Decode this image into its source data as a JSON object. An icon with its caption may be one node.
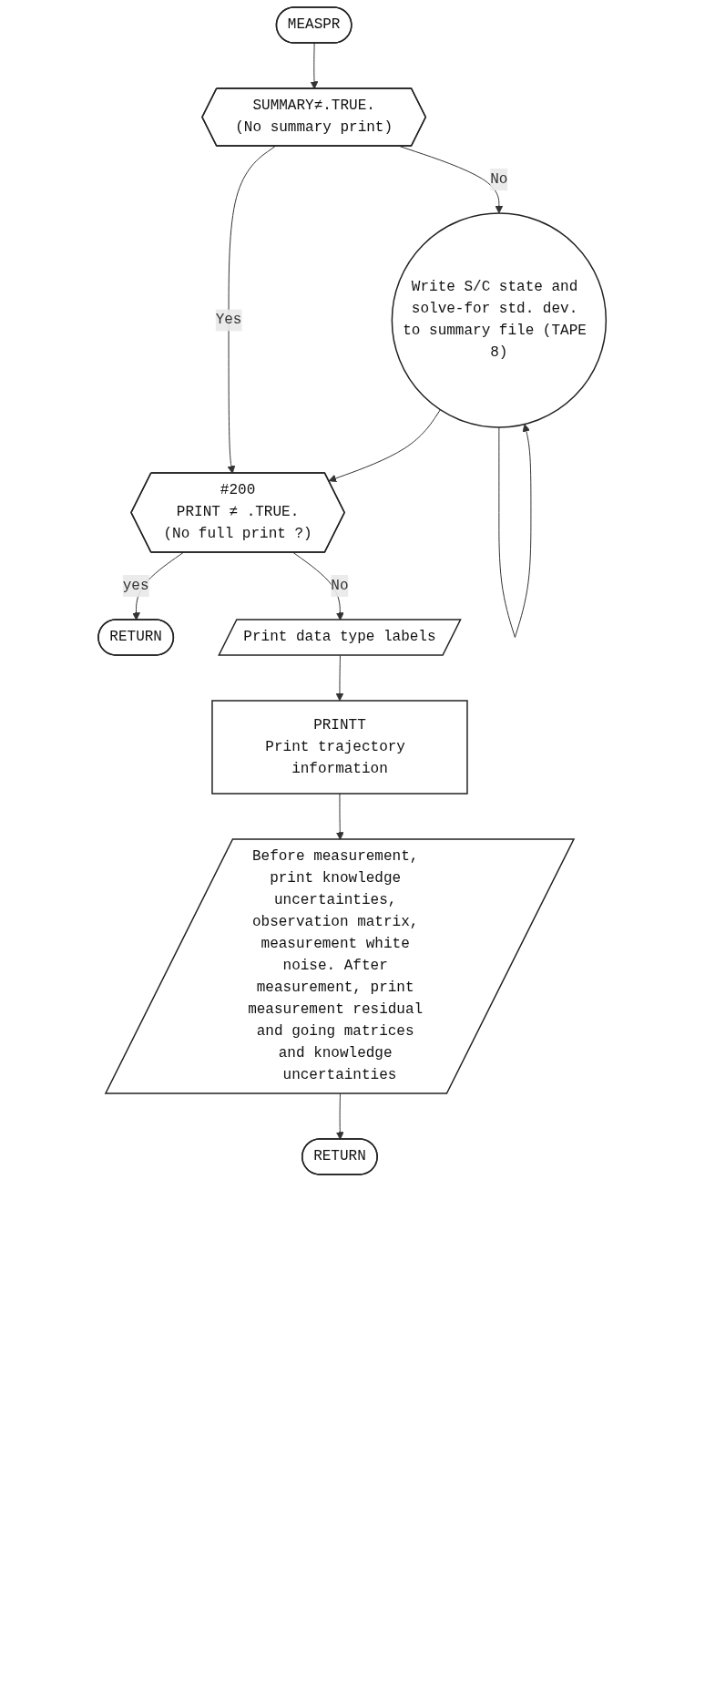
{
  "diagram": {
    "nodes": [
      {
        "text": [
          "MEASPR"
        ]
      },
      {
        "text": [
          "SUMMARY≠.TRUE.",
          "(No summary print)"
        ]
      },
      {
        "text": [
          "Write S/C state and solve-for std. dev. to summary file (TAPE 8)"
        ]
      },
      {
        "text": [
          "#200",
          "PRINT ≠ .TRUE.",
          "(No full print ?)"
        ]
      },
      {
        "text": [
          "RETURN"
        ]
      },
      {
        "text": [
          "Print data type labels"
        ]
      },
      {
        "text": [
          "PRINTT",
          "Print trajectory information"
        ]
      },
      {
        "text": [
          "Before measurement, print knowledge uncertainties, observation matrix, measurement white noise. After measurement, print measurement residual and going matrices and knowledge uncertainties"
        ]
      },
      {
        "text": [
          "RETURN"
        ]
      }
    ],
    "edges": [
      {
        "from": 0,
        "to": 1,
        "arrow": "to"
      },
      {
        "from": 1,
        "to": 3,
        "label": "Yes",
        "arrow": "to"
      },
      {
        "from": 1,
        "to": 2,
        "label": "No",
        "arrow": "to"
      },
      {
        "from": 2,
        "to": 2,
        "arrow": "to"
      },
      {
        "from": 2,
        "to": 3,
        "arrow": "to"
      },
      {
        "from": 3,
        "to": 4,
        "label": "yes",
        "arrow": "to"
      },
      {
        "from": 3,
        "to": 5,
        "label": "No",
        "arrow": "to"
      },
      {
        "from": 5,
        "to": 6,
        "arrow": "to"
      },
      {
        "from": 6,
        "to": 7,
        "arrow": "to"
      },
      {
        "from": 7,
        "to": 8,
        "arrow": "to"
      }
    ]
  }
}
